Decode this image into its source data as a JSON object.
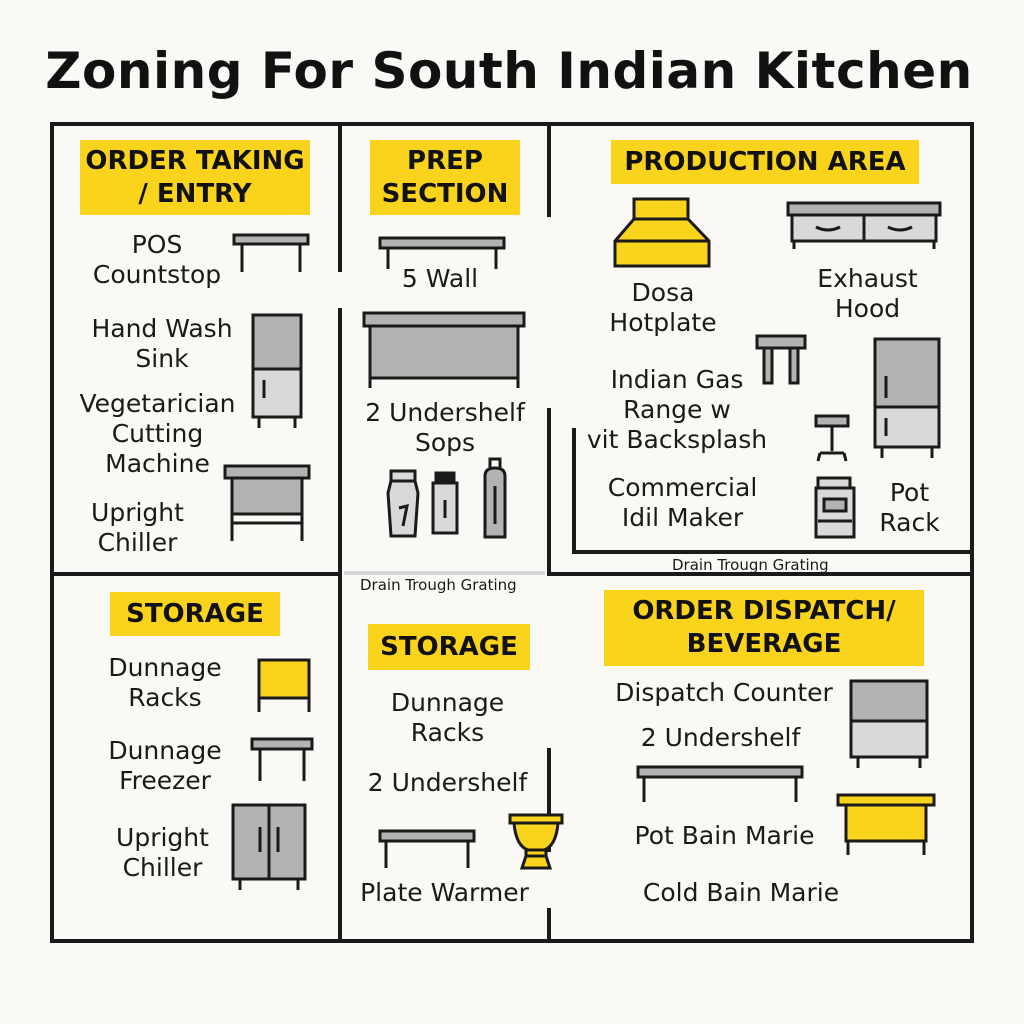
{
  "title": "Zoning For South Indian Kitchen",
  "colors": {
    "accent": "#f9d31c",
    "line": "#1a1a1a",
    "fill_gray": "#b3b3b3",
    "fill_light": "#d9d9d9",
    "background": "#fbf9f5"
  },
  "zones": {
    "order_taking": {
      "header": "ORDER TAKING\n/ ENTRY",
      "items": [
        "POS\nCountstop",
        "Hand Wash\nSink",
        "Vegetarician\nCutting\nMachine",
        "Upright\nChiller"
      ],
      "icons": [
        "table-icon",
        "tall-cabinet-icon",
        "steel-table-icon"
      ]
    },
    "prep_section": {
      "header": "PREP\nSECTION",
      "items": [
        "5 Wall",
        "2 Undershelf\nSops"
      ],
      "icons": [
        "bench-icon",
        "work-table-icon",
        "spice-jar-icon",
        "spice-bottle-icon",
        "gas-cylinder-icon"
      ]
    },
    "production_area": {
      "header": "PRODUCTION AREA",
      "items": [
        "Dosa\nHotplate",
        "Exhaust\nHood",
        "Indian Gas\nRange w\nvit Backsplash",
        "Commercial\nIdil Maker",
        "Pot\nRack"
      ],
      "icons": [
        "exhaust-hood-icon",
        "drawer-counter-icon",
        "stool-icon",
        "refrigerator-icon",
        "bar-stool-icon",
        "idli-maker-icon"
      ]
    },
    "storage_left": {
      "header": "STORAGE",
      "items": [
        "Dunnage\nRacks",
        "Dunnage\nFreezer",
        "Upright\nChiller"
      ],
      "icons": [
        "rack-icon",
        "freezer-table-icon",
        "double-door-chiller-icon"
      ]
    },
    "storage_middle": {
      "header": "STORAGE",
      "items": [
        "Dunnage\nRacks",
        "2 Undershelf",
        "Plate Warmer"
      ],
      "icons": [
        "undershelf-table-icon",
        "plate-warmer-icon"
      ]
    },
    "order_dispatch": {
      "header": "ORDER DISPATCH/\nBEVERAGE",
      "items": [
        "Dispatch Counter",
        "2 Undershelf",
        "Pot Bain Marie",
        "Cold Bain Marie"
      ],
      "icons": [
        "dispatch-counter-icon",
        "long-table-icon",
        "bain-marie-icon"
      ]
    }
  },
  "drain_labels": [
    "Drain Trough Grating",
    "Drain Trougn Grating"
  ]
}
